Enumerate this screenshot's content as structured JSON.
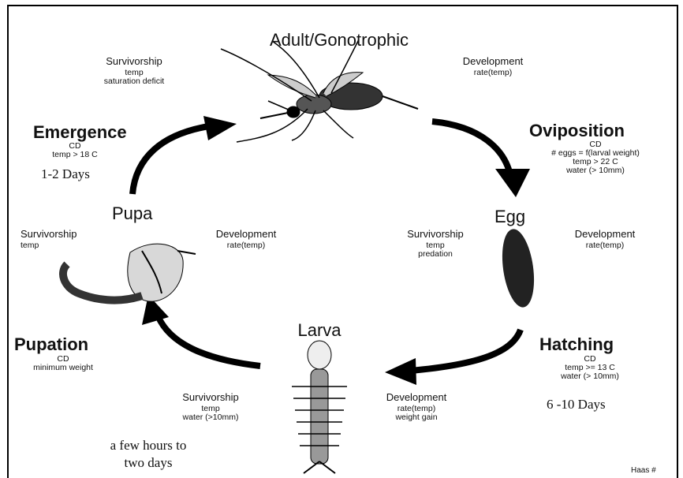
{
  "title": "Adult/Gonotrophic",
  "adult": {
    "survivorship": {
      "label": "Survivorship",
      "lines": [
        "temp",
        "saturation deficit"
      ]
    },
    "development": {
      "label": "Development",
      "lines": [
        "rate(temp)"
      ]
    }
  },
  "transitions": {
    "emergence": {
      "label": "Emergence",
      "lines": [
        "CD",
        "temp > 18 C"
      ],
      "duration": "1-2 Days"
    },
    "oviposition": {
      "label": "Oviposition",
      "lines": [
        "CD",
        "# eggs = f(larval weight)",
        "temp > 22 C",
        "water (> 10mm)"
      ]
    },
    "hatching": {
      "label": "Hatching",
      "lines": [
        "CD",
        "temp >= 13 C",
        "water (> 10mm)"
      ],
      "duration": "6 -10 Days"
    },
    "pupation": {
      "label": "Pupation",
      "lines": [
        "CD",
        "minimum weight"
      ],
      "duration_line1": "a few hours to",
      "duration_line2": "two days"
    }
  },
  "stages": {
    "pupa": {
      "label": "Pupa",
      "survivorship": {
        "label": "Survivorship",
        "lines": [
          "temp"
        ]
      },
      "development": {
        "label": "Development",
        "lines": [
          "rate(temp)"
        ]
      }
    },
    "egg": {
      "label": "Egg",
      "survivorship": {
        "label": "Survivorship",
        "lines": [
          "temp",
          "predation"
        ]
      },
      "development": {
        "label": "Development",
        "lines": [
          "rate(temp)"
        ]
      }
    },
    "larva": {
      "label": "Larva",
      "survivorship": {
        "label": "Survivorship",
        "lines": [
          "temp",
          "water (>10mm)"
        ]
      },
      "development": {
        "label": "Development",
        "lines": [
          "rate(temp)",
          "weight gain"
        ]
      }
    }
  },
  "corner_text": "Haas #"
}
